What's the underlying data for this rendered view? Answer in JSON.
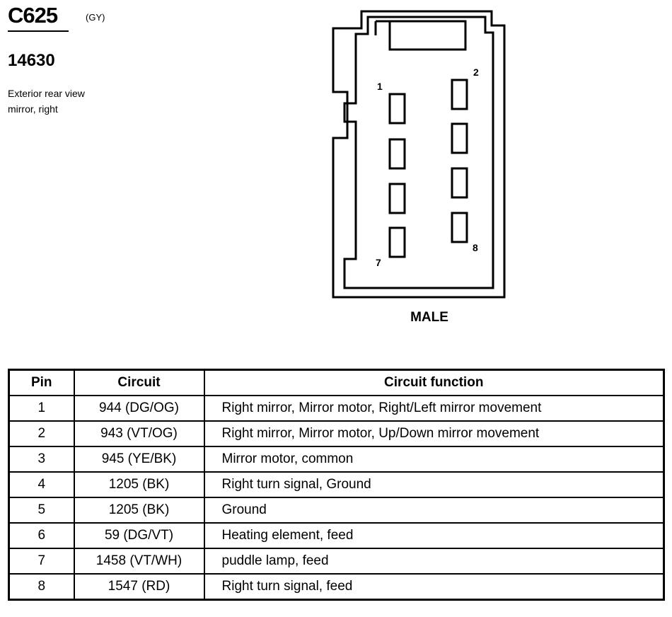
{
  "connector": {
    "id": "C625",
    "color_code": "(GY)",
    "part_number": "14630",
    "description_line1": "Exterior rear view",
    "description_line2": "mirror, right",
    "gender": "MALE"
  },
  "diagram": {
    "pin_labels": {
      "p1": "1",
      "p2": "2",
      "p7": "7",
      "p8": "8"
    }
  },
  "table": {
    "headers": {
      "pin": "Pin",
      "circuit": "Circuit",
      "function": "Circuit function"
    },
    "rows": [
      {
        "pin": "1",
        "circuit": "944 (DG/OG)",
        "function": "Right mirror, Mirror motor, Right/Left mirror movement"
      },
      {
        "pin": "2",
        "circuit": "943 (VT/OG)",
        "function": "Right mirror, Mirror motor, Up/Down mirror movement"
      },
      {
        "pin": "3",
        "circuit": "945 (YE/BK)",
        "function": "Mirror motor, common"
      },
      {
        "pin": "4",
        "circuit": "1205 (BK)",
        "function": "Right turn signal, Ground"
      },
      {
        "pin": "5",
        "circuit": "1205 (BK)",
        "function": "Ground"
      },
      {
        "pin": "6",
        "circuit": "59 (DG/VT)",
        "function": "Heating element, feed"
      },
      {
        "pin": "7",
        "circuit": "1458 (VT/WH)",
        "function": "puddle lamp, feed"
      },
      {
        "pin": "8",
        "circuit": "1547 (RD)",
        "function": "Right turn signal, feed"
      }
    ]
  }
}
